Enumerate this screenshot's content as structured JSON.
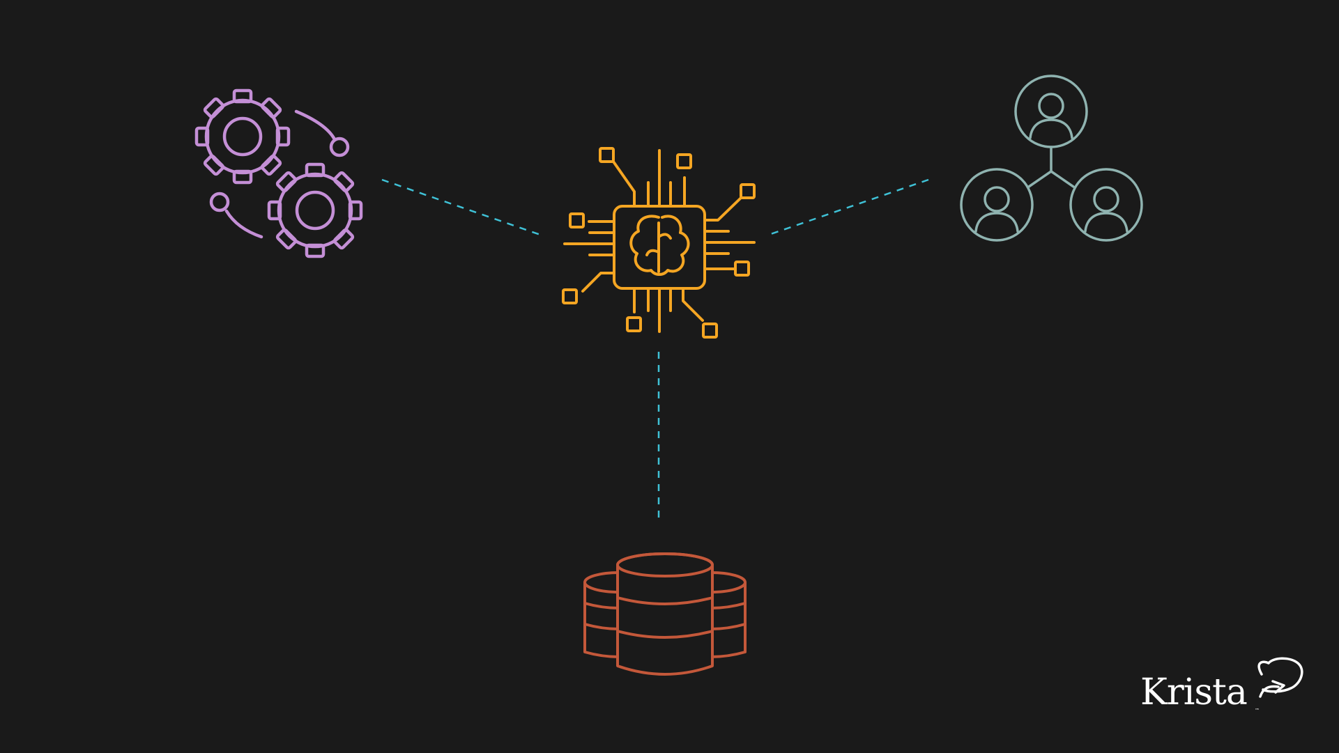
{
  "diagram": {
    "nodes": [
      {
        "id": "automation",
        "icon": "gears-icon",
        "color": "#c48fd6"
      },
      {
        "id": "ai-chip",
        "icon": "ai-chip-brain-icon",
        "color": "#f5a623"
      },
      {
        "id": "people",
        "icon": "people-network-icon",
        "color": "#8fb3b0"
      },
      {
        "id": "data",
        "icon": "database-icon",
        "color": "#c4583a"
      }
    ],
    "edges": [
      {
        "from": "automation",
        "to": "ai-chip",
        "style": "dashed"
      },
      {
        "from": "people",
        "to": "ai-chip",
        "style": "dashed"
      },
      {
        "from": "ai-chip",
        "to": "data",
        "style": "dashed"
      }
    ],
    "connector_color": "#3fc1d6"
  },
  "brand": {
    "name": "Krista",
    "trademark": "™",
    "logo_icon": "speech-bubble-arrow-icon",
    "color": "#ffffff"
  }
}
